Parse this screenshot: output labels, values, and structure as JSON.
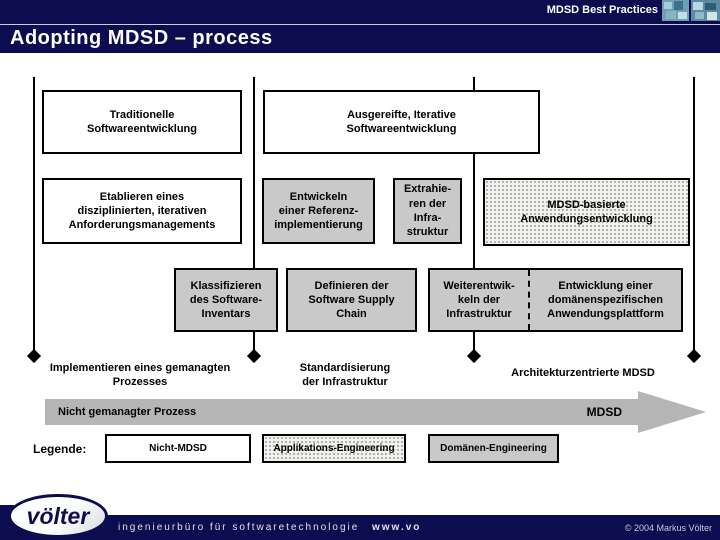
{
  "colors": {
    "navy": "#0c0c50",
    "gray_box": "#c9c9c9",
    "dotted_box_bg": "#f1f1ee",
    "arrow_gray": "#b5b5b5",
    "text_black": "#000000",
    "text_white": "#ffffff"
  },
  "header": {
    "badge": "MDSD Best Practices",
    "title": "Adopting MDSD – process"
  },
  "boxes": {
    "traditional": "Traditionelle\nSoftwareentwicklung",
    "mature": "Ausgereifte, Iterative\nSoftwareentwicklung",
    "requirements": "Etablieren eines\ndisziplinierten, iterativen\nAnforderungsmanagements",
    "reference_impl": "Entwickeln\neiner Referenz-\nimplementierung",
    "extract_infra": "Extrahie-\nren der\nInfra-\nstruktur",
    "mdsd_based": "MDSD-basierte\nAnwendungsentwicklung",
    "classify_inventory": "Klassifizieren\ndes Software-\nInventars",
    "supply_chain": "Definieren der\nSoftware Supply\nChain",
    "evolve_infra": "Weiterentwik-\nkeln der\nInfrastruktur",
    "domain_platform": "Entwicklung einer\ndomänenspezifischen\nAnwendungsplattform"
  },
  "milestones": {
    "managed_process": "Implementieren eines gemanagten\nProzesses",
    "standardization": "Standardisierung\nder Infrastruktur",
    "architecture_mdsd": "Architekturzentrierte MDSD"
  },
  "arrow": {
    "left_label": "Nicht gemanagter Prozess",
    "right_label": "MDSD"
  },
  "legend": {
    "label": "Legende:",
    "items": [
      {
        "label": "Nicht-MDSD",
        "style": "white"
      },
      {
        "label": "Applikations-Engineering",
        "style": "dotted"
      },
      {
        "label": "Domänen-Engineering",
        "style": "gray"
      }
    ]
  },
  "footer": {
    "logo": "völter",
    "tagline": "ingenieurbüro für softwaretechnologie",
    "url": "www.vo",
    "copyright": "© 2004  Markus Völter"
  }
}
